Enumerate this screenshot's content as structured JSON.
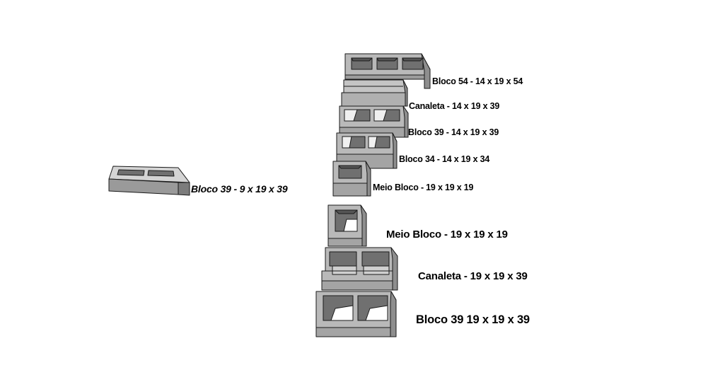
{
  "labels": {
    "bloco_39_9": "Bloco 39 - 9 x 19 x 39",
    "bloco_54_14": "Bloco 54 - 14 x 19 x 54",
    "canaleta_14": "Canaleta - 14 x 19 x 39",
    "bloco_39_14": "Bloco 39 - 14 x 19 x 39",
    "bloco_34_14": "Bloco 34 - 14 x 19 x 34",
    "meio_bloco_small": "Meio Bloco - 19 x 19 x 19",
    "meio_bloco_large": "Meio Bloco - 19 x 19 x 19",
    "canaleta_19": "Canaleta - 19 x 19 x 39",
    "bloco_39_19": "Bloco 39 19 x 19 x 39"
  },
  "colors": {
    "face": "#b9b9b9",
    "side": "#8e8e8e",
    "top": "#d4d4d4",
    "hole": "#6a6a6a",
    "hole_light": "#f6f6f6",
    "stroke": "#1a1a1a"
  }
}
